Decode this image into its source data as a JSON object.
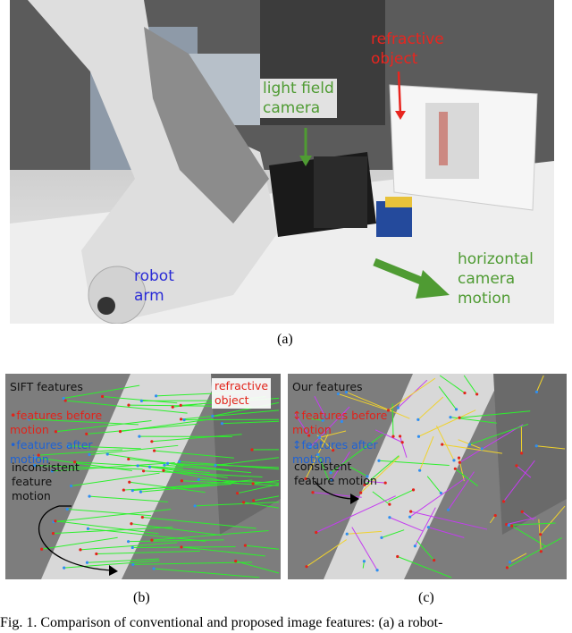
{
  "panel_a": {
    "labels": {
      "refractive_object": "refractive\nobject",
      "light_field_camera": "light field\ncamera",
      "robot_arm": "robot\narm",
      "horizontal_motion": "horizontal\ncamera\nmotion"
    },
    "caption": "(a)"
  },
  "panel_b": {
    "title": "SIFT features",
    "legend_before": "features before\nmotion",
    "legend_after": "features after\nmotion",
    "annotation": "inconsistent\nfeature\nmotion",
    "object_label": "refractive\nobject",
    "caption": "(b)"
  },
  "panel_c": {
    "title": "Our features",
    "legend_before": "features before\nmotion",
    "legend_after": "features after\nmotion",
    "annotation": "consistent\nfeature motion",
    "caption": "(c)"
  },
  "figure_caption": "Fig. 1.  Comparison of conventional and proposed image features: (a) a robot-",
  "colors": {
    "label_red": "#e8251f",
    "label_green": "#4f9b33",
    "label_blue": "#2a2bd6",
    "match_green": "#2cf02c",
    "match_magenta": "#c43cf0",
    "match_yellow": "#f0d22c",
    "point_red": "#e2231a",
    "point_blue": "#2f8ef0"
  }
}
